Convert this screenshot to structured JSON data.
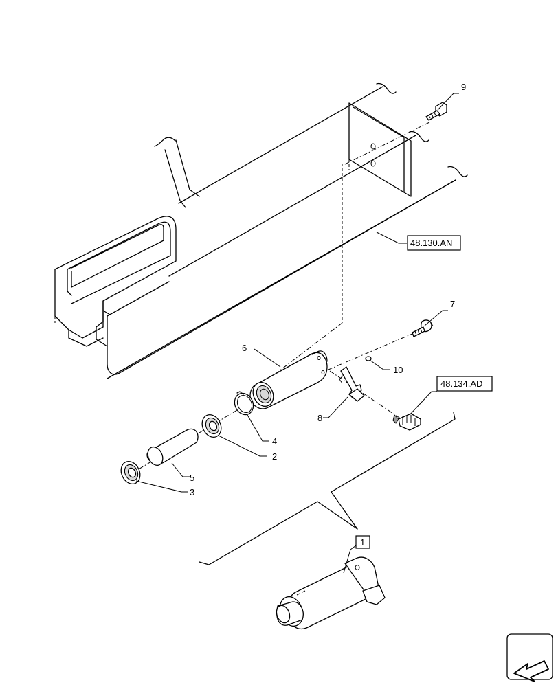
{
  "callouts": {
    "p1": "1",
    "p2": "2",
    "p3": "3",
    "p4": "4",
    "p5": "5",
    "p6": "6",
    "p7": "7",
    "p8": "8",
    "p9": "9",
    "p10": "10"
  },
  "references": {
    "frame": "48.130.AN",
    "fitting": "48.134.AD"
  },
  "nav_icon": "arrow-back-left-icon"
}
